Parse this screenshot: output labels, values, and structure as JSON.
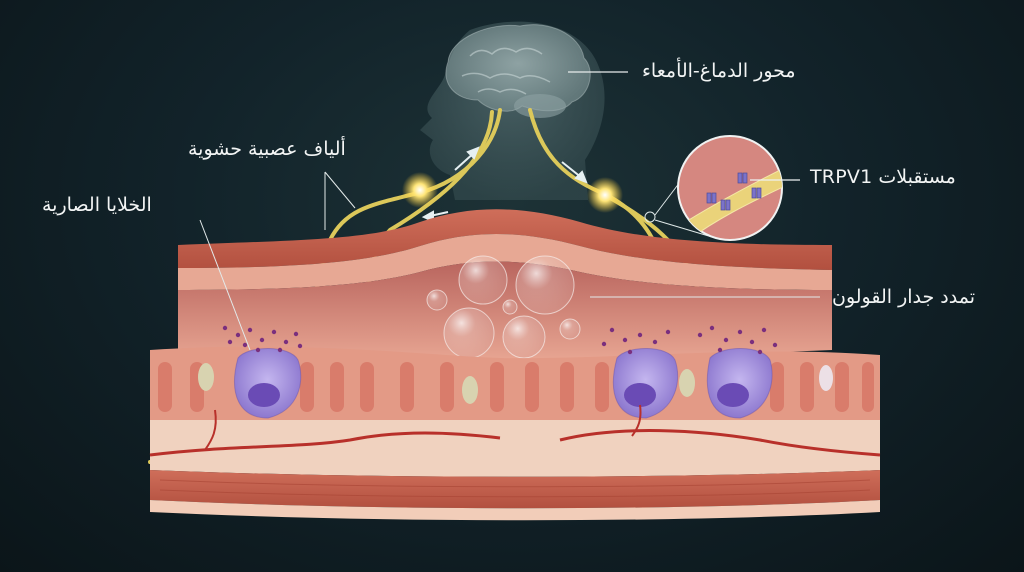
{
  "diagram": {
    "topic": "gut-brain axis and colon wall distension",
    "labels": {
      "brain_gut_axis": "محور الدماغ-الأمعاء",
      "visceral_nerve_fibers": "ألياف عصبية حشوية",
      "mast_cells": "الخلايا الصارية",
      "trpv1_receptors": "مستقبلات TRPV1",
      "colon_wall_distension": "تمدد جدار القولون"
    },
    "icons": {
      "head": "head-silhouette-icon",
      "brain": "brain-icon",
      "gas_bubbles": "gas-bubble-icon",
      "mast_cell": "mast-cell-icon",
      "nerve_signal": "nerve-spark-icon",
      "receptor": "trpv1-receptor-icon",
      "arrow": "signal-arrow-icon"
    },
    "colors": {
      "background": "#12232a",
      "nerve": "#e3d15a",
      "mucosa": "#e49a8a",
      "muscle": "#c8604f",
      "submucosa": "#f2d3c0",
      "mast_cell": "#9b86d6",
      "granule": "#7a2f7e",
      "spark": "#ffd84a",
      "text": "#f2f4f4"
    }
  }
}
